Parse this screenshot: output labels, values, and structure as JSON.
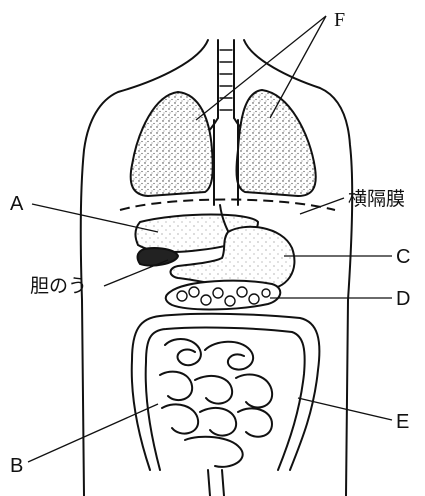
{
  "labels": {
    "F": "F",
    "A": "A",
    "diaphragm": "横隔膜",
    "gallbladder": "胆のう",
    "C": "C",
    "D": "D",
    "E": "E",
    "B": "B"
  },
  "colors": {
    "ink": "#111111",
    "background": "#ffffff"
  }
}
